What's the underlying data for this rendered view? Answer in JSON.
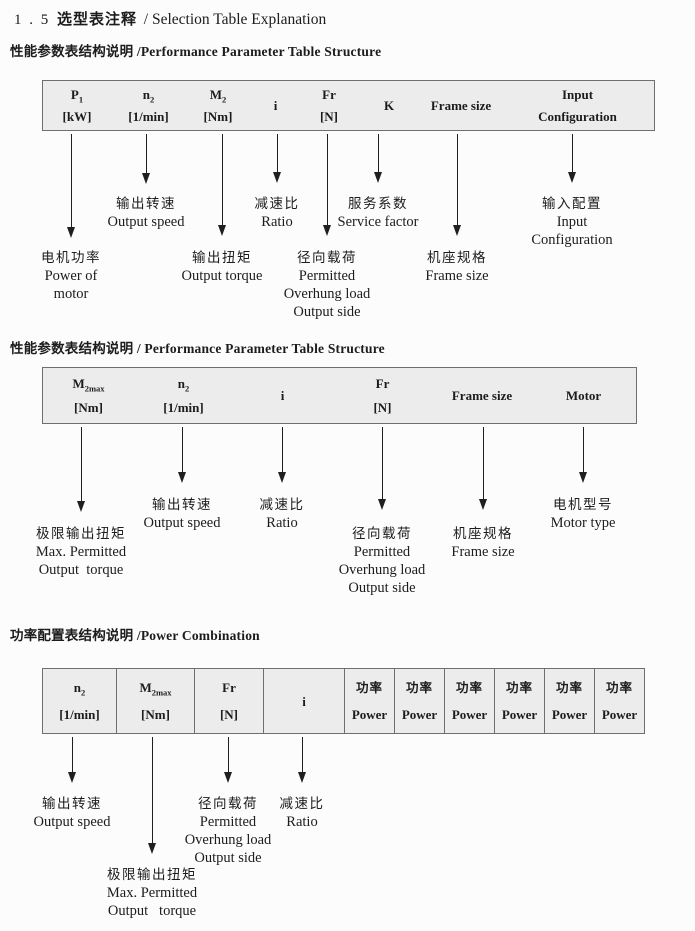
{
  "colors": {
    "table_fill": "#ececec",
    "table_border": "#6f6f6f",
    "text": "#1c1c1c",
    "page_bg": "#fcfcfc"
  },
  "title": {
    "num": "1 . 5",
    "zh": "选型表注释",
    "en": "/ Selection Table Explanation"
  },
  "sections": [
    {
      "heading": "性能参数表结构说明 /Performance Parameter Table Structure",
      "table": {
        "columns": [
          {
            "name": "p1",
            "base": "P",
            "sub": "1",
            "unit": "[kW]"
          },
          {
            "name": "n2",
            "base": "n",
            "sub": "2",
            "unit": "[1/min]"
          },
          {
            "name": "m2",
            "base": "M",
            "sub": "2",
            "unit": "[Nm]"
          },
          {
            "name": "ratio",
            "base": "i"
          },
          {
            "name": "fr",
            "base": "Fr",
            "unit": "[N]"
          },
          {
            "name": "k",
            "base": "K"
          },
          {
            "name": "frame-size",
            "base": "Frame size"
          },
          {
            "name": "input-configuration",
            "base": "Input",
            "unit": "Configuration"
          }
        ]
      },
      "pointers": [
        {
          "name": "power-of-motor",
          "lines": [
            "电机功率",
            "Power of",
            "motor"
          ]
        },
        {
          "name": "output-speed",
          "lines": [
            "输出转速",
            "Output speed"
          ]
        },
        {
          "name": "output-torque",
          "lines": [
            "输出扭矩",
            "Output torque"
          ]
        },
        {
          "name": "ratio",
          "lines": [
            "减速比",
            "Ratio"
          ]
        },
        {
          "name": "overhung-load",
          "lines": [
            "径向载荷",
            "Permitted",
            "Overhung load",
            "Output side"
          ]
        },
        {
          "name": "service-factor",
          "lines": [
            "服务系数",
            "Service factor"
          ]
        },
        {
          "name": "frame-size",
          "lines": [
            "机座规格",
            "Frame size"
          ]
        },
        {
          "name": "input-configuration",
          "lines": [
            "输入配置",
            "Input",
            "Configuration"
          ]
        }
      ]
    },
    {
      "heading": "性能参数表结构说明 / Performance Parameter Table Structure",
      "table": {
        "columns": [
          {
            "name": "m2max",
            "base": "M",
            "sub": "2max",
            "unit": "[Nm]"
          },
          {
            "name": "n2",
            "base": "n",
            "sub": "2",
            "unit": "[1/min]"
          },
          {
            "name": "ratio",
            "base": "i"
          },
          {
            "name": "fr",
            "base": "Fr",
            "unit": "[N]"
          },
          {
            "name": "frame-size",
            "base": "Frame size"
          },
          {
            "name": "motor",
            "base": "Motor"
          }
        ]
      },
      "pointers": [
        {
          "name": "max-output-torque",
          "lines": [
            "极限输出扭矩",
            "Max. Permitted",
            "Output  torque"
          ]
        },
        {
          "name": "output-speed",
          "lines": [
            "输出转速",
            "Output speed"
          ]
        },
        {
          "name": "ratio",
          "lines": [
            "减速比",
            "Ratio"
          ]
        },
        {
          "name": "overhung-load",
          "lines": [
            "径向载荷",
            "Permitted",
            "Overhung load",
            "Output side"
          ]
        },
        {
          "name": "frame-size",
          "lines": [
            "机座规格",
            "Frame size"
          ]
        },
        {
          "name": "motor-type",
          "lines": [
            "电机型号",
            "Motor type"
          ]
        }
      ]
    },
    {
      "heading": "功率配置表结构说明 /Power Combination",
      "table": {
        "columns": [
          {
            "name": "n2",
            "base": "n",
            "sub": "2",
            "unit": "[1/min]"
          },
          {
            "name": "m2max",
            "base": "M",
            "sub": "2max",
            "unit": "[Nm]"
          },
          {
            "name": "fr",
            "base": "Fr",
            "unit": "[N]"
          },
          {
            "name": "ratio",
            "base": "i"
          },
          {
            "name": "power-1",
            "base": "功率",
            "unit": "Power"
          },
          {
            "name": "power-2",
            "base": "功率",
            "unit": "Power"
          },
          {
            "name": "power-3",
            "base": "功率",
            "unit": "Power"
          },
          {
            "name": "power-4",
            "base": "功率",
            "unit": "Power"
          },
          {
            "name": "power-5",
            "base": "功率",
            "unit": "Power"
          },
          {
            "name": "power-6",
            "base": "功率",
            "unit": "Power"
          }
        ]
      },
      "pointers": [
        {
          "name": "output-speed",
          "lines": [
            "输出转速",
            "Output speed"
          ]
        },
        {
          "name": "max-output-torque",
          "lines": [
            "极限输出扭矩",
            "Max. Permitted",
            "Output   torque"
          ]
        },
        {
          "name": "overhung-load",
          "lines": [
            "径向载荷",
            "Permitted",
            "Overhung load",
            "Output side"
          ]
        },
        {
          "name": "ratio",
          "lines": [
            "减速比",
            "Ratio"
          ]
        }
      ]
    }
  ]
}
